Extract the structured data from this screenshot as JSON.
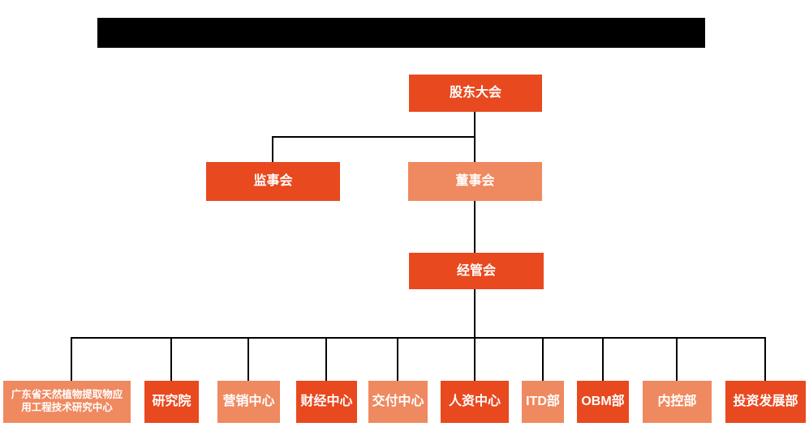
{
  "colors": {
    "primary": "#e8491f",
    "secondary": "#ef8960",
    "connector": "#000000",
    "redacted_title": "#000000",
    "node_text": "#ffffff",
    "background": "#ffffff"
  },
  "org_chart": {
    "type": "organization-hierarchy",
    "root": {
      "label": "股东大会"
    },
    "level2": [
      {
        "label": "监事会",
        "variant": "dark"
      },
      {
        "label": "董事会",
        "variant": "light"
      }
    ],
    "level3": {
      "label": "经管会",
      "variant": "dark"
    },
    "departments": [
      {
        "label": "广东省天然植物提取物应用工程技术研究中心",
        "variant": "light"
      },
      {
        "label": "研究院",
        "variant": "dark"
      },
      {
        "label": "营销中心",
        "variant": "light"
      },
      {
        "label": "财经中心",
        "variant": "dark"
      },
      {
        "label": "交付中心",
        "variant": "light"
      },
      {
        "label": "人资中心",
        "variant": "dark"
      },
      {
        "label": "ITD部",
        "variant": "light"
      },
      {
        "label": "OBM部",
        "variant": "dark"
      },
      {
        "label": "内控部",
        "variant": "light"
      },
      {
        "label": "投资发展部",
        "variant": "dark"
      }
    ]
  }
}
